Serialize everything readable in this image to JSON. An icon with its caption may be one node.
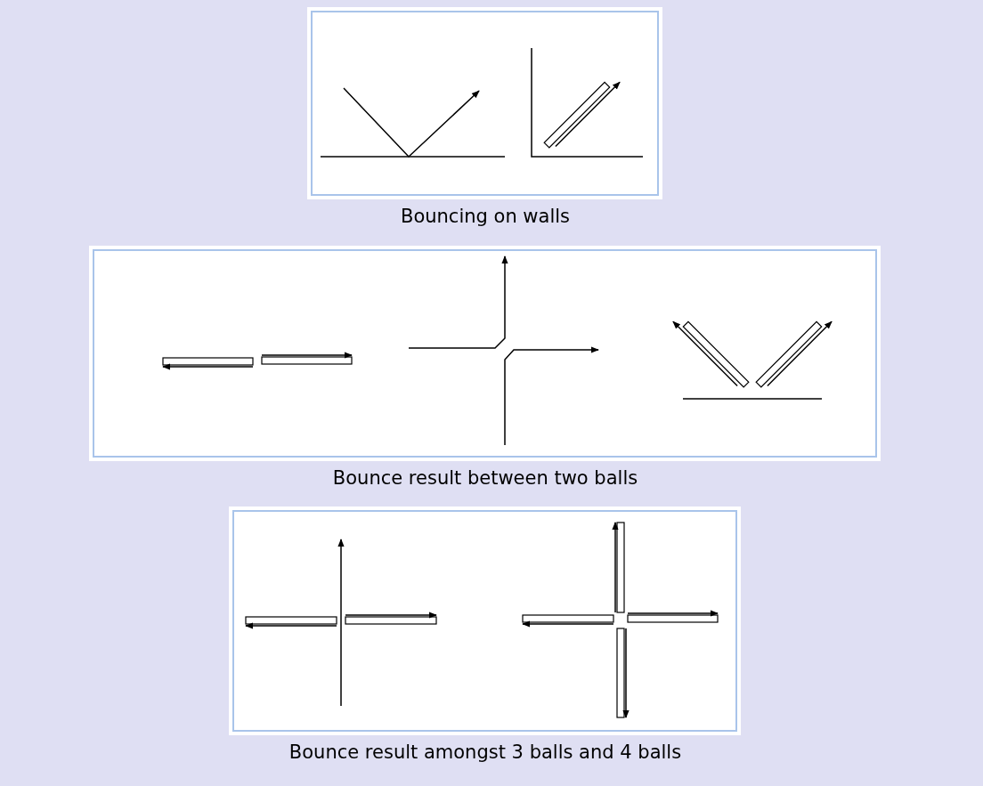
{
  "diagram": {
    "labels": [
      "Bouncing on walls",
      "Bounce result between two balls",
      "Bounce result amongst 3 balls and 4 balls"
    ]
  }
}
